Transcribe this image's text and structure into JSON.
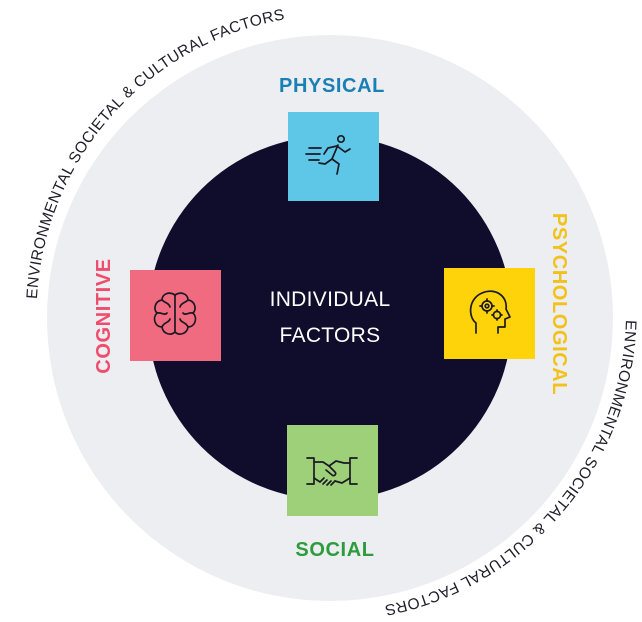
{
  "outer_ring": {
    "label_top_left": "ENVIRONMENTAL SOCIETAL & CULTURAL FACTORS",
    "label_bottom_right": "ENVIRONMENTAL SOCIETAL & CULTURAL FACTORS"
  },
  "center": {
    "line1": "INDIVIDUAL",
    "line2": "FACTORS"
  },
  "factors": {
    "physical": {
      "label": "PHYSICAL",
      "color": "#1a7fb5",
      "box_color": "#5ec7e8",
      "icon": "running-person-icon"
    },
    "psychological": {
      "label": "PSYCHOLOGICAL",
      "color": "#f2c21a",
      "box_color": "#ffd30a",
      "icon": "head-gears-icon"
    },
    "social": {
      "label": "SOCIAL",
      "color": "#2e9b3c",
      "box_color": "#9ed07a",
      "icon": "handshake-icon"
    },
    "cognitive": {
      "label": "COGNITIVE",
      "color": "#ef4d6e",
      "box_color": "#f06b80",
      "icon": "brain-icon"
    }
  },
  "colors": {
    "outer_ring": "#eceef2",
    "inner_circle": "#0f0c2c"
  }
}
